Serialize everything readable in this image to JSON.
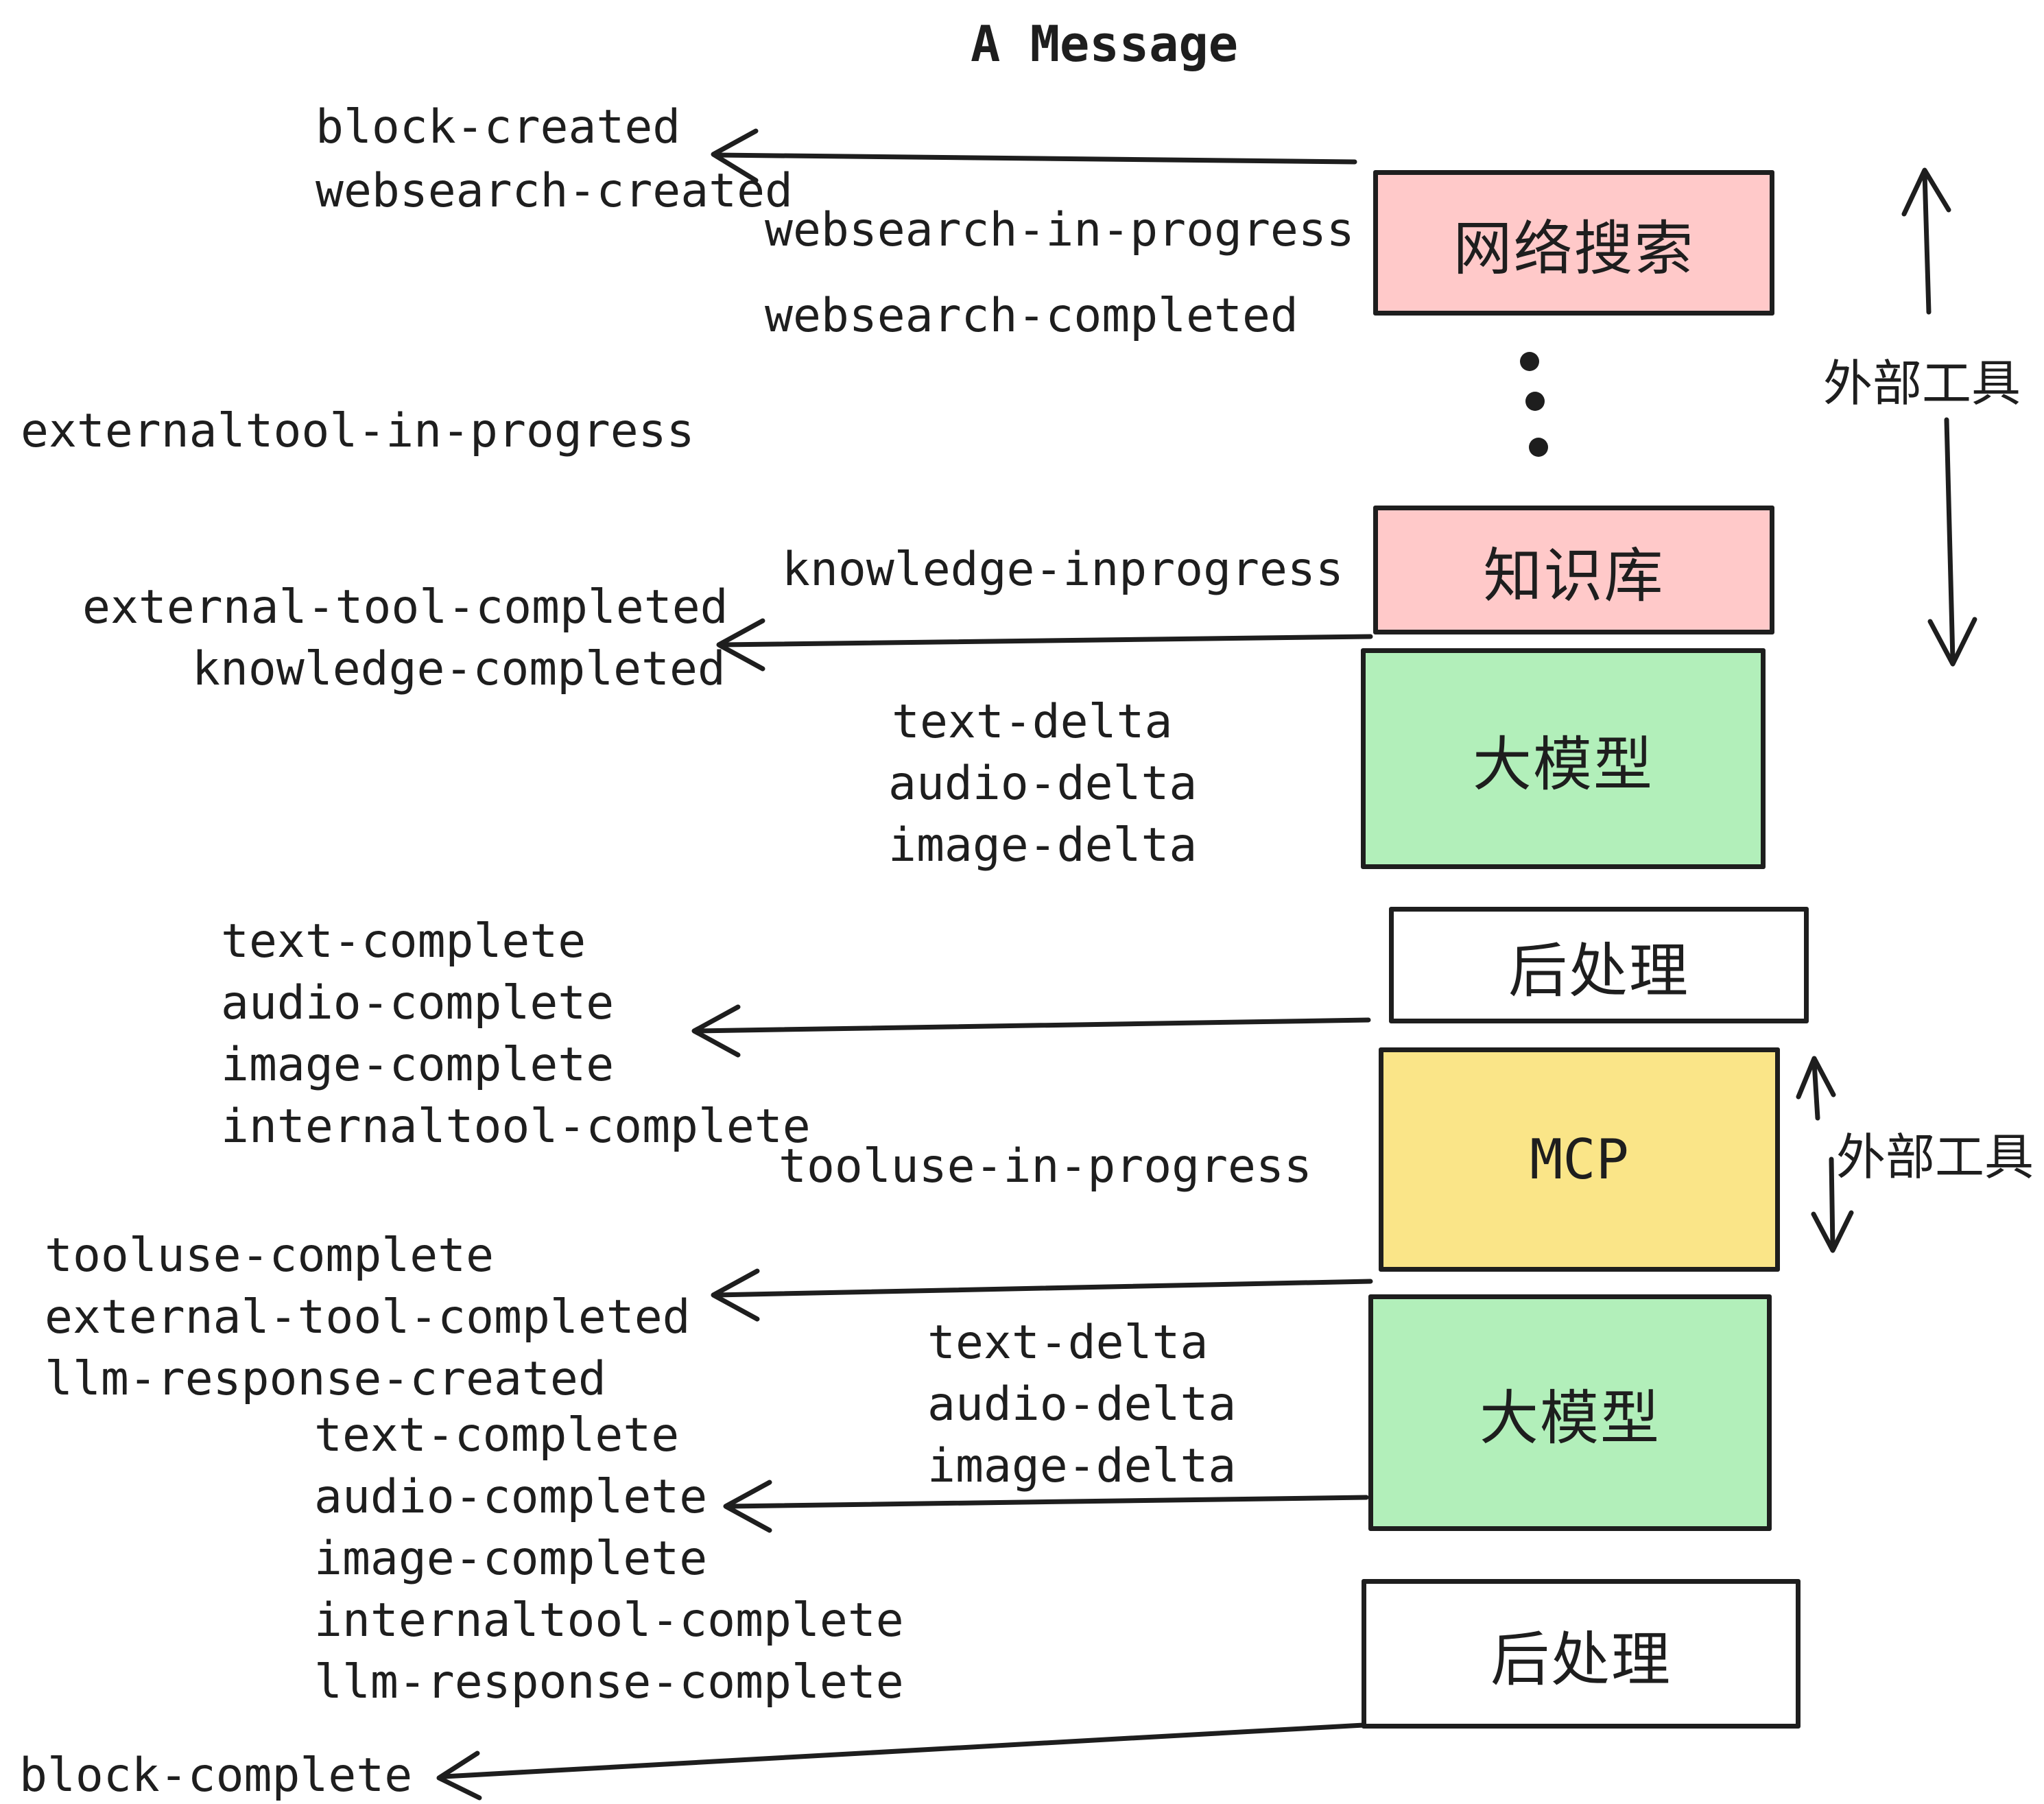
{
  "title": "A Message",
  "colors": {
    "pink": "#FFC9C9",
    "green": "#B2EFBA",
    "yellow": "#FAE588",
    "white": "#FFFFFF",
    "ink": "#1E1E1E"
  },
  "events": {
    "block_created": "block-created",
    "websearch_created": "websearch-created",
    "websearch_in_progress": "websearch-in-progress",
    "websearch_completed": "websearch-completed",
    "externaltool_in_progress": "externaltool-in-progress",
    "knowledge_inprogress": "knowledge-inprogress",
    "external_tool_completed": "external-tool-completed",
    "knowledge_completed": "knowledge-completed",
    "text_delta": "text-delta",
    "audio_delta": "audio-delta",
    "image_delta": "image-delta",
    "text_complete": "text-complete",
    "audio_complete": "audio-complete",
    "image_complete": "image-complete",
    "internaltool_complete": "internaltool-complete",
    "tooluse_in_progress": "tooluse-in-progress",
    "tooluse_complete": "tooluse-complete",
    "llm_response_created": "llm-response-created",
    "llm_response_complete": "llm-response-complete",
    "block_complete": "block-complete"
  },
  "boxes": {
    "websearch": {
      "label": "网络搜索"
    },
    "knowledge": {
      "label": "知识库"
    },
    "llm1": {
      "label": "大模型"
    },
    "post1": {
      "label": "后处理"
    },
    "mcp": {
      "label": "MCP"
    },
    "llm2": {
      "label": "大模型"
    },
    "post2": {
      "label": "后处理"
    }
  },
  "side_labels": {
    "external_tools_top": "外部工具",
    "external_tools_mid": "外部工具"
  }
}
